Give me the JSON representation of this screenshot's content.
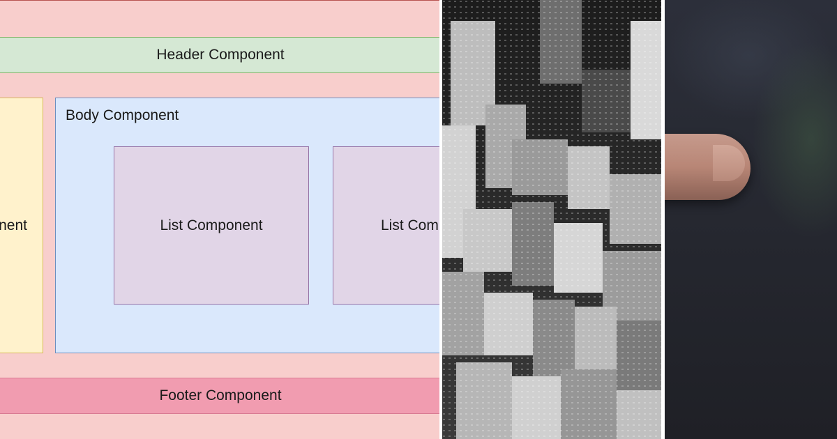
{
  "diagram": {
    "header_label": "Header Component",
    "body_label": "Body Component",
    "sidebar_label_visible": "nent",
    "list_label_1": "List Component",
    "list_label_2_visible": "List Com",
    "footer_label": "Footer Component"
  },
  "colors": {
    "page_bg": "#f8cecc",
    "header": "#d5e8d4",
    "body": "#dae8fc",
    "list": "#e1d5e7",
    "sidebar": "#fff2cc",
    "footer": "#f19cb0"
  },
  "photos": {
    "city": "black-and-white aerial city skyline",
    "hand": "finger pointing in dark scene"
  }
}
